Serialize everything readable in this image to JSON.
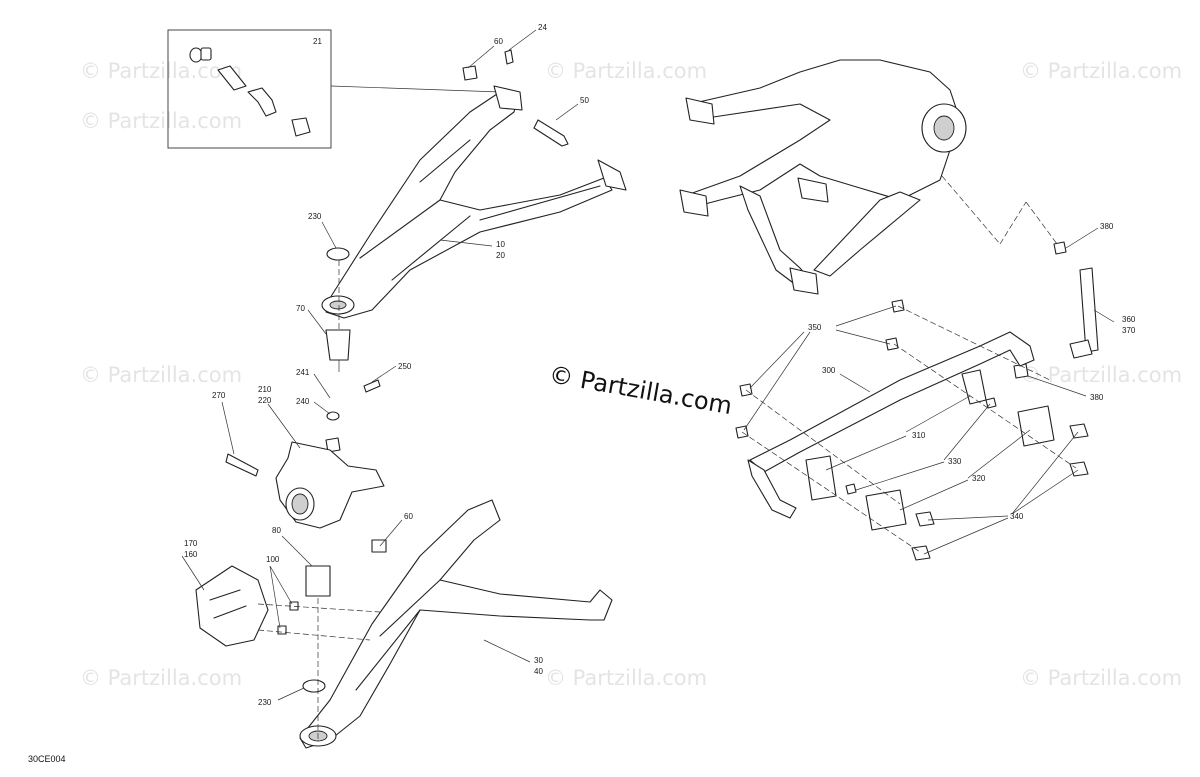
{
  "watermark": "© Partzilla.com",
  "center_watermark": "© Partzilla.com",
  "diagram_code": "30CE004",
  "callouts": {
    "c21": "21",
    "c24": "24",
    "c60a": "60",
    "c50": "50",
    "c230a": "230",
    "c10": "10",
    "c20": "20",
    "c70": "70",
    "c250": "250",
    "c241": "241",
    "c240": "240",
    "c270": "270",
    "c210": "210",
    "c220": "220",
    "c60b": "60",
    "c80": "80",
    "c170": "170",
    "c160": "160",
    "c100": "100",
    "c230b": "230",
    "c30": "30",
    "c40": "40",
    "c380a": "380",
    "c360": "360",
    "c370": "370",
    "c350": "350",
    "c300": "300",
    "c380b": "380",
    "c310": "310",
    "c330": "330",
    "c320": "320",
    "c340": "340"
  }
}
